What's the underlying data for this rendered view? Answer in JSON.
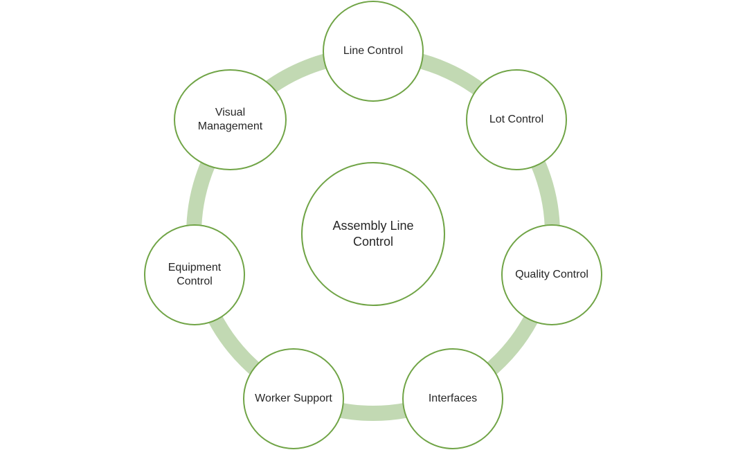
{
  "diagram": {
    "center": {
      "label": "Assembly Line Control"
    },
    "nodes": [
      {
        "id": "line-control",
        "label": "Line Control"
      },
      {
        "id": "lot-control",
        "label": "Lot Control"
      },
      {
        "id": "quality-control",
        "label": "Quality Control"
      },
      {
        "id": "interfaces",
        "label": "Interfaces"
      },
      {
        "id": "worker-support",
        "label": "Worker Support"
      },
      {
        "id": "equipment-control",
        "label": "Equipment Control"
      },
      {
        "id": "visual-management",
        "label": "Visual Management"
      }
    ],
    "colors": {
      "node_border": "#70a446",
      "ring": "#c2d9b3",
      "text": "#262626"
    }
  }
}
